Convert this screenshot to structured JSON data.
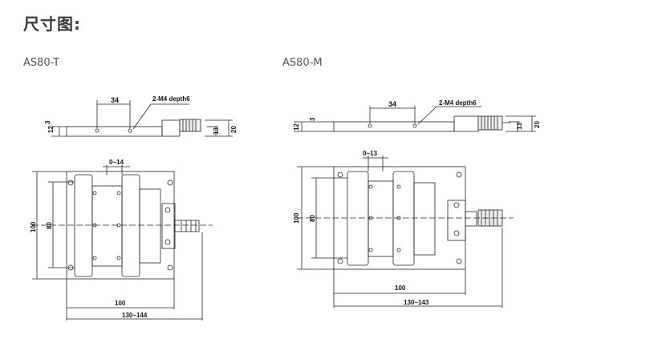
{
  "page": {
    "title": "尺寸图:"
  },
  "models": [
    {
      "name": "AS80-T",
      "dims": {
        "hole_spacing": "34",
        "tap_note": "2-M4 depth6",
        "height_total": "20",
        "height_knob": "13",
        "thickness": "12",
        "step": "3",
        "travel": "0~14",
        "height_outer": "100",
        "height_inner": "80",
        "base_width": "100",
        "overall_width": "130~144"
      }
    },
    {
      "name": "AS80-M",
      "dims": {
        "hole_spacing": "34",
        "tap_note": "2-M4 depth6",
        "height_total": "20",
        "height_knob": "13",
        "thickness": "12",
        "step": "3",
        "travel": "0~13",
        "height_outer": "100",
        "height_inner": "80",
        "base_width": "100",
        "overall_width": "130~143"
      }
    }
  ]
}
